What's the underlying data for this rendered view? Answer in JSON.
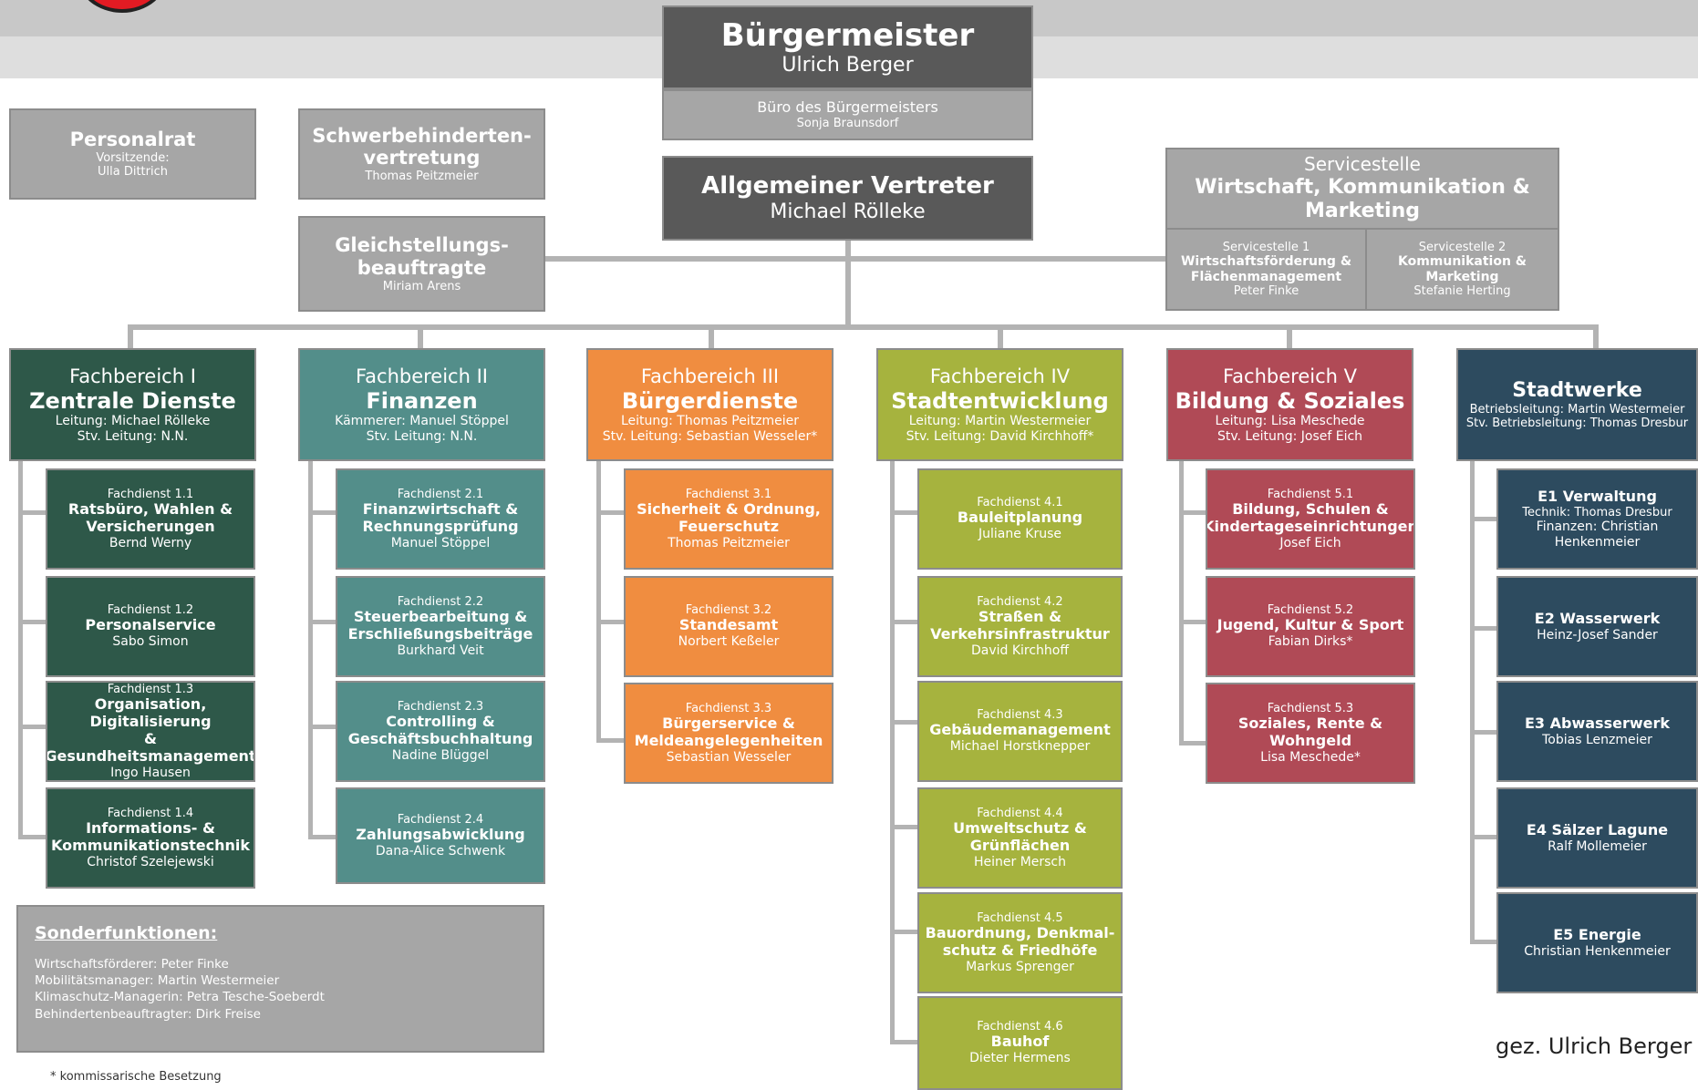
{
  "top": {
    "mayor": {
      "title": "Bürgermeister",
      "name": "Ulrich Berger"
    },
    "office": {
      "title": "Büro des Bürgermeisters",
      "name": "Sonja Braunsdorf"
    },
    "deputy": {
      "title": "Allgemeiner Vertreter",
      "name": "Michael Rölleke"
    }
  },
  "staff": {
    "personalrat": {
      "title": "Personalrat",
      "sub": "Vorsitzende:",
      "name": "Ulla Dittrich"
    },
    "schwerbehindert": {
      "title1": "Schwerbehinderten-",
      "title2": "vertretung",
      "name": "Thomas Peitzmeier"
    },
    "gleichstellung": {
      "title1": "Gleichstellungs-",
      "title2": "beauftragte",
      "name": "Miriam Arens"
    }
  },
  "service": {
    "head1": "Servicestelle",
    "head2": "Wirtschaft, Kommunikation & Marketing",
    "s1": {
      "label": "Servicestelle 1",
      "title1": "Wirtschaftsförderung &",
      "title2": "Flächenmanagement",
      "name": "Peter Finke"
    },
    "s2": {
      "label": "Servicestelle 2",
      "title1": "Kommunikation &",
      "title2": "Marketing",
      "name": "Stefanie Herting"
    }
  },
  "departments": [
    {
      "label": "Fachbereich I",
      "title": "Zentrale Dienste",
      "lead": "Leitung: Michael Rölleke",
      "deputy": "Stv. Leitung: N.N.",
      "services": [
        {
          "label": "Fachdienst 1.1",
          "t1": "Ratsbüro, Wahlen &",
          "t2": "Versicherungen",
          "name": "Bernd Werny"
        },
        {
          "label": "Fachdienst 1.2",
          "t1": "Personalservice",
          "t2": "",
          "name": "Sabo Simon"
        },
        {
          "label": "Fachdienst 1.3",
          "t1": "Organisation, Digitalisierung",
          "t2": "& Gesundheitsmanagement",
          "name": "Ingo Hausen"
        },
        {
          "label": "Fachdienst 1.4",
          "t1": "Informations- &",
          "t2": "Kommunikationstechnik",
          "name": "Christof Szelejewski"
        }
      ]
    },
    {
      "label": "Fachbereich II",
      "title": "Finanzen",
      "lead": "Kämmerer: Manuel Stöppel",
      "deputy": "Stv. Leitung: N.N.",
      "services": [
        {
          "label": "Fachdienst 2.1",
          "t1": "Finanzwirtschaft &",
          "t2": "Rechnungsprüfung",
          "name": "Manuel Stöppel"
        },
        {
          "label": "Fachdienst 2.2",
          "t1": "Steuerbearbeitung &",
          "t2": "Erschließungsbeiträge",
          "name": "Burkhard Veit"
        },
        {
          "label": "Fachdienst 2.3",
          "t1": "Controlling &",
          "t2": "Geschäftsbuchhaltung",
          "name": "Nadine Blüggel"
        },
        {
          "label": "Fachdienst 2.4",
          "t1": "Zahlungsabwicklung",
          "t2": "",
          "name": "Dana-Alice Schwenk"
        }
      ]
    },
    {
      "label": "Fachbereich III",
      "title": "Bürgerdienste",
      "lead": "Leitung: Thomas Peitzmeier",
      "deputy": "Stv. Leitung: Sebastian Wesseler*",
      "services": [
        {
          "label": "Fachdienst 3.1",
          "t1": "Sicherheit & Ordnung,",
          "t2": "Feuerschutz",
          "name": "Thomas Peitzmeier"
        },
        {
          "label": "Fachdienst 3.2",
          "t1": "Standesamt",
          "t2": "",
          "name": "Norbert Keßeler"
        },
        {
          "label": "Fachdienst 3.3",
          "t1": "Bürgerservice &",
          "t2": "Meldeangelegenheiten",
          "name": "Sebastian Wesseler"
        }
      ]
    },
    {
      "label": "Fachbereich IV",
      "title": "Stadtentwicklung",
      "lead": "Leitung: Martin Westermeier",
      "deputy": "Stv. Leitung: David Kirchhoff*",
      "services": [
        {
          "label": "Fachdienst 4.1",
          "t1": "Bauleitplanung",
          "t2": "",
          "name": "Juliane Kruse"
        },
        {
          "label": "Fachdienst 4.2",
          "t1": "Straßen &",
          "t2": "Verkehrsinfrastruktur",
          "name": "David Kirchhoff"
        },
        {
          "label": "Fachdienst 4.3",
          "t1": "Gebäudemanagement",
          "t2": "",
          "name": "Michael Horstknepper"
        },
        {
          "label": "Fachdienst 4.4",
          "t1": "Umweltschutz &",
          "t2": "Grünflächen",
          "name": "Heiner Mersch"
        },
        {
          "label": "Fachdienst 4.5",
          "t1": "Bauordnung, Denkmal-",
          "t2": "schutz & Friedhöfe",
          "name": "Markus Sprenger"
        },
        {
          "label": "Fachdienst 4.6",
          "t1": "Bauhof",
          "t2": "",
          "name": "Dieter Hermens"
        }
      ]
    },
    {
      "label": "Fachbereich V",
      "title": "Bildung & Soziales",
      "lead": "Leitung: Lisa Meschede",
      "deputy": "Stv. Leitung: Josef Eich",
      "services": [
        {
          "label": "Fachdienst 5.1",
          "t1": "Bildung, Schulen &",
          "t2": "Kindertageseinrichtungen",
          "name": "Josef Eich"
        },
        {
          "label": "Fachdienst 5.2",
          "t1": "Jugend, Kultur & Sport",
          "t2": "",
          "name": "Fabian Dirks*"
        },
        {
          "label": "Fachdienst 5.3",
          "t1": "Soziales, Rente &",
          "t2": "Wohngeld",
          "name": "Lisa Meschede*"
        }
      ]
    },
    {
      "label": "",
      "title": "Stadtwerke",
      "lead": "Betriebsleitung: Martin Westermeier",
      "deputy": "Stv. Betriebsleitung: Thomas Dresbur",
      "services": [
        {
          "label": "",
          "t1": "E1 Verwaltung",
          "t2": "Technik: Thomas Dresbur",
          "name": "Finanzen: Christian Henkenmeier"
        },
        {
          "label": "",
          "t1": "E2 Wasserwerk",
          "t2": "",
          "name": "Heinz-Josef Sander"
        },
        {
          "label": "",
          "t1": "E3 Abwasserwerk",
          "t2": "",
          "name": "Tobias Lenzmeier"
        },
        {
          "label": "",
          "t1": "E4 Sälzer Lagune",
          "t2": "",
          "name": "Ralf Mollemeier"
        },
        {
          "label": "",
          "t1": "E5 Energie",
          "t2": "",
          "name": "Christian Henkenmeier"
        }
      ]
    }
  ],
  "special": {
    "title": "Sonderfunktionen:",
    "rows": [
      "Wirtschaftsförderer: Peter Finke",
      "Mobilitätsmanager: Martin Westermeier",
      "Klimaschutz-Managerin: Petra Tesche-Soeberdt",
      "Behindertenbeauftragter: Dirk Freise"
    ]
  },
  "footnote": "* kommissarische Besetzung",
  "signature": "gez. Ulrich Berger"
}
